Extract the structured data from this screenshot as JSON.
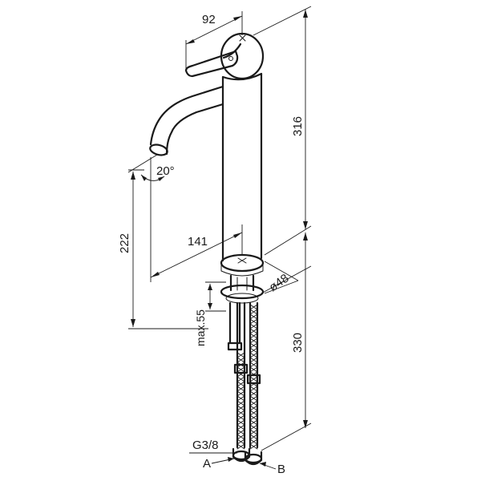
{
  "dimensions": {
    "handle_width": "92",
    "total_height": "316",
    "angle": "20°",
    "spout_height": "222",
    "spout_reach": "141",
    "base_diameter": "ø48",
    "max_counter_thickness": "max.55",
    "hose_length": "330"
  },
  "connections": {
    "thread": "G3/8",
    "inlet_a": "A",
    "inlet_b": "B"
  }
}
